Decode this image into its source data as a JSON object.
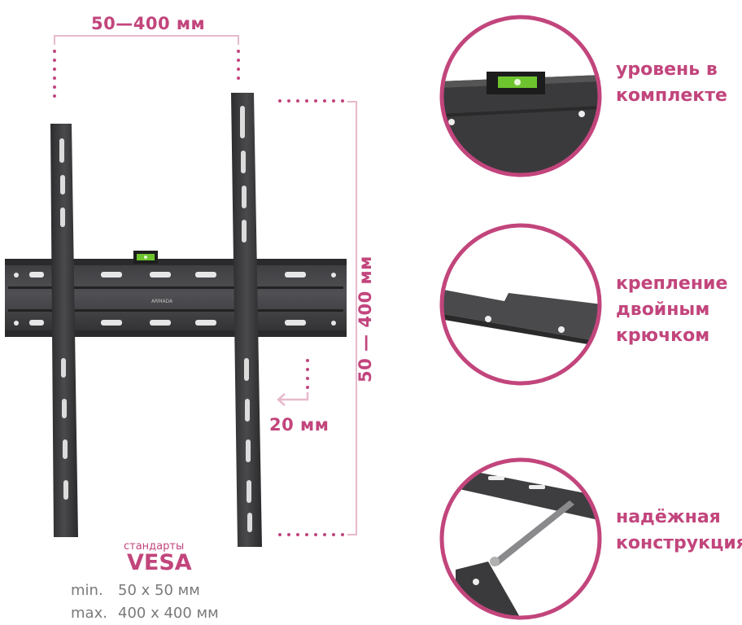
{
  "dimensions": {
    "horizontal": "50—400 мм",
    "vertical": "50 — 400 мм",
    "wall_offset": "20 мм"
  },
  "features": [
    {
      "line1": "уровень в",
      "line2": "комплекте",
      "line3": ""
    },
    {
      "line1": "крепление",
      "line2": "двойным",
      "line3": "крючком"
    },
    {
      "line1": "надёжная",
      "line2": "конструкция",
      "line3": ""
    }
  ],
  "vesa": {
    "caption": "стандарты",
    "title": "VESA",
    "min_key": "min.",
    "min_value": "50 x 50 мм",
    "max_key": "max.",
    "max_value": "400 x 400 мм"
  },
  "product": {
    "brand_plate": "ARMADA"
  },
  "colors": {
    "accent": "#c2457c",
    "metal": "#3a3a3c",
    "level_bubble": "#6ec42e"
  },
  "icons": {
    "offset_arrow": "arrow-left-icon"
  }
}
